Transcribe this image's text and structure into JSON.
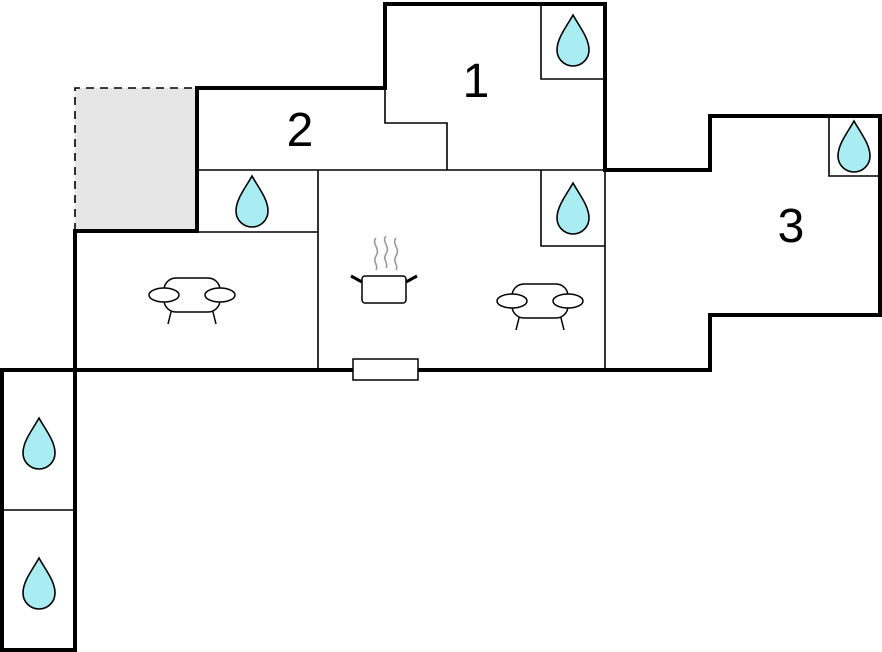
{
  "floorplan": {
    "rooms": [
      {
        "id": "bedroom-1",
        "label": "1"
      },
      {
        "id": "bedroom-2",
        "label": "2"
      },
      {
        "id": "bedroom-3",
        "label": "3"
      }
    ],
    "icons": {
      "bathroom": "water-drop-icon",
      "living": "sofa-icon",
      "kitchen": "cooking-pot-icon",
      "fireplace": "fireplace-icon"
    },
    "colors": {
      "water": "#a9ecf2",
      "terrace": "#e6e6e6",
      "wall": "#000000"
    }
  }
}
